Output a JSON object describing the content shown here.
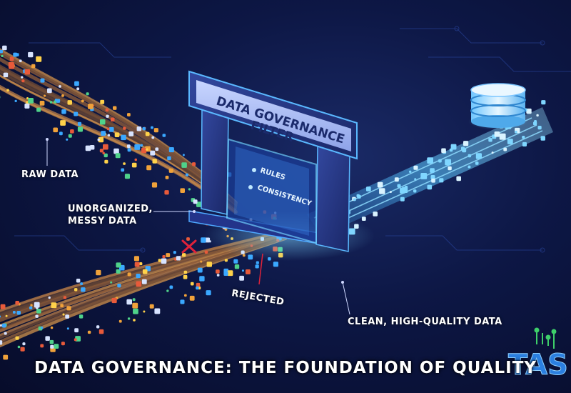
{
  "title": "DATA GOVERNANCE: THE FOUNDATION OF QUALITY",
  "gate": {
    "line1": "DATA GOVERNANCE",
    "line2": "FILTER",
    "items": [
      "RULES",
      "CONSISTENCY"
    ]
  },
  "labels": {
    "raw": "RAW DATA",
    "messy_line1": "UNORGANIZED,",
    "messy_line2": "MESSY DATA",
    "rejected": "REJECTED",
    "clean": "CLEAN, HIGH-QUALITY DATA"
  },
  "logo": "TAS",
  "colors": {
    "accent": "#3aa8ff",
    "reject": "#e0223a",
    "messy": "#c48a4a",
    "gate": "#2b3f9a"
  }
}
